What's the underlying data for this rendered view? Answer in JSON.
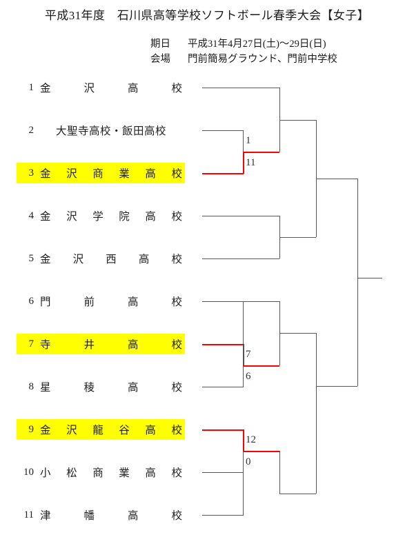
{
  "header": {
    "title": "平成31年度　石川県高等学校ソフトボール春季大会【女子】",
    "date_label": "期日",
    "date_value": "平成31年4月27日(土)〜29日(日)",
    "venue_label": "会場",
    "venue_value": "門前簡易グラウンド、門前中学校"
  },
  "colors": {
    "winner_line": "#ff0000",
    "normal_line": "#555555",
    "highlight": "#ffff00",
    "text": "#222222"
  },
  "teams": [
    {
      "seed": "1",
      "name": "金沢高校",
      "display": "金　沢　高　校",
      "highlight": false
    },
    {
      "seed": "2",
      "name": "大聖寺高校・飯田高校",
      "display": "大聖寺高校・飯田高校",
      "highlight": false
    },
    {
      "seed": "3",
      "name": "金沢商業高校",
      "display": "金沢商業高校",
      "highlight": true
    },
    {
      "seed": "4",
      "name": "金沢学院高校",
      "display": "金沢学院高校",
      "highlight": false
    },
    {
      "seed": "5",
      "name": "金沢西高校",
      "display": "金沢西高校",
      "highlight": false
    },
    {
      "seed": "6",
      "name": "門前高校",
      "display": "門　前　高　校",
      "highlight": false
    },
    {
      "seed": "7",
      "name": "寺井高校",
      "display": "寺　井　高　校",
      "highlight": true
    },
    {
      "seed": "8",
      "name": "星稜高校",
      "display": "星　稜　高　校",
      "highlight": false
    },
    {
      "seed": "9",
      "name": "金沢龍谷高校",
      "display": "金沢龍谷高校",
      "highlight": true
    },
    {
      "seed": "10",
      "name": "小松商業高校",
      "display": "小松商業高校",
      "highlight": false
    },
    {
      "seed": "11",
      "name": "津幡高校",
      "display": "津　幡　高　校",
      "highlight": false
    }
  ],
  "chart_data": {
    "type": "bracket",
    "title": "平成31年度　石川県高等学校ソフトボール春季大会【女子】",
    "rounds": 4,
    "matches": [
      {
        "round": 1,
        "top_seed": "2",
        "top_team": "大聖寺高校・飯田高校",
        "top_score": "1",
        "bottom_seed": "3",
        "bottom_team": "金沢商業高校",
        "bottom_score": "11",
        "winner_seed": "3"
      },
      {
        "round": 1,
        "top_seed": "7",
        "top_team": "寺井高校",
        "top_score": "7",
        "bottom_seed": "8",
        "bottom_team": "星稜高校",
        "bottom_score": "6",
        "winner_seed": "7"
      },
      {
        "round": 1,
        "top_seed": "9",
        "top_team": "金沢龍谷高校",
        "top_score": "12",
        "bottom_seed": "10",
        "bottom_team": "小松商業高校",
        "bottom_score": "0",
        "winner_seed": "9"
      }
    ],
    "scores_displayed": [
      "1",
      "11",
      "7",
      "6",
      "12",
      "0"
    ]
  },
  "scores": {
    "m1_top": "1",
    "m1_bottom": "11",
    "m2_top": "7",
    "m2_bottom": "6",
    "m3_top": "12",
    "m3_bottom": "0"
  }
}
